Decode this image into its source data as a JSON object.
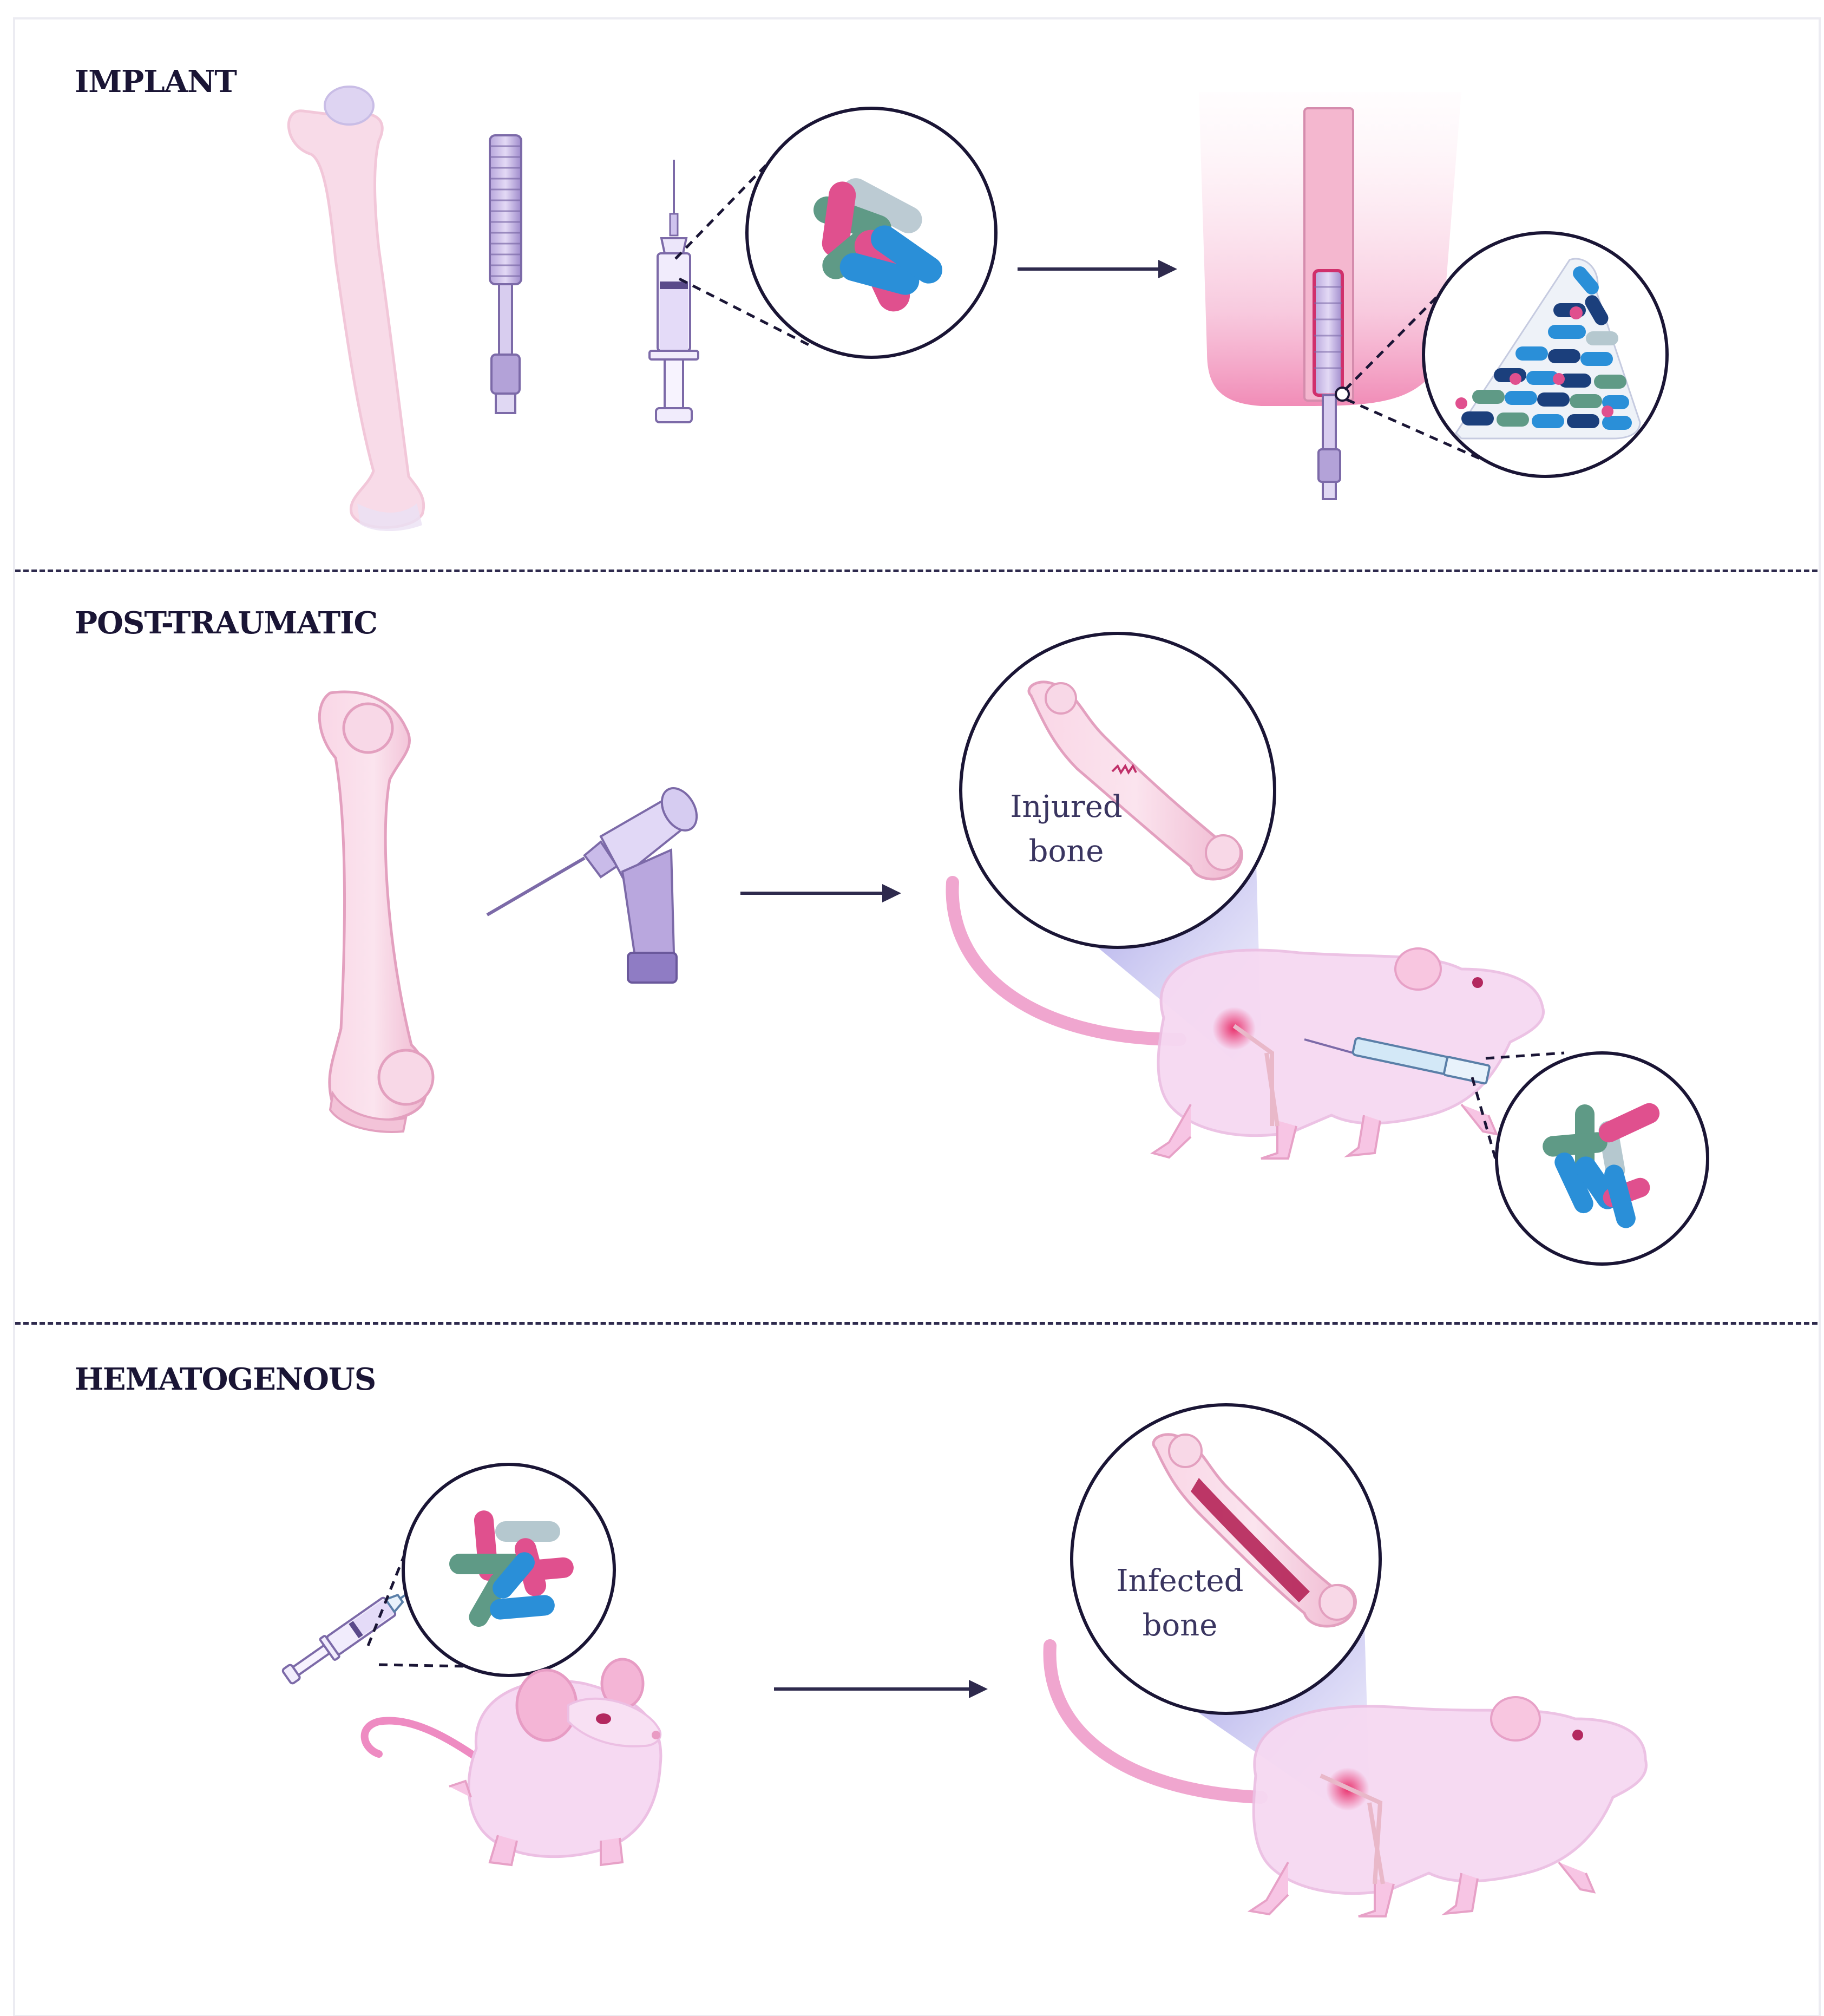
{
  "sections": {
    "implant": {
      "title": "IMPLANT"
    },
    "post_traumatic": {
      "title": "POST-TRAUMATIC",
      "callout": [
        "Injured",
        "bone"
      ]
    },
    "hematogenous": {
      "title": "HEMATOGENOUS",
      "callout": [
        "Infected",
        "bone"
      ]
    }
  },
  "colors": {
    "ink": "#1a1535",
    "bone": "#f6cde0",
    "bone_edge": "#e9a9c5",
    "mouse": "#f6d9f2",
    "lens": "#a7a4e8",
    "bacteria": [
      "#2a8fd8",
      "#1b3f7c",
      "#e0508e",
      "#5f9a86",
      "#b5c8cf"
    ]
  }
}
